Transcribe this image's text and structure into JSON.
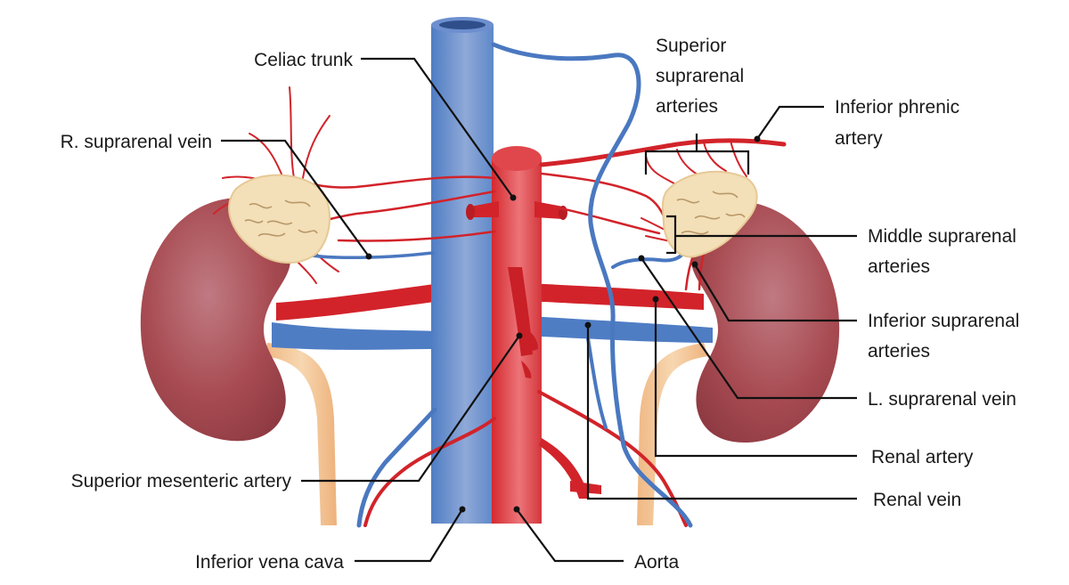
{
  "colors": {
    "artery": "#d2232a",
    "vein": "#4a78c0",
    "kidney": "#a84b52",
    "adrenal": "#f3dfb8",
    "ureter": "#f2c590"
  },
  "labels": {
    "celiac_trunk": "Celiac trunk",
    "r_suprarenal_vein": "R. suprarenal vein",
    "superior_suprarenal_1": "Superior",
    "superior_suprarenal_2": "suprarenal",
    "superior_suprarenal_3": "arteries",
    "inferior_phrenic_1": "Inferior phrenic",
    "inferior_phrenic_2": "artery",
    "middle_suprarenal_1": "Middle suprarenal",
    "middle_suprarenal_2": "arteries",
    "inferior_suprarenal_1": "Inferior suprarenal",
    "inferior_suprarenal_2": "arteries",
    "l_suprarenal_vein": "L. suprarenal vein",
    "renal_artery": "Renal artery",
    "renal_vein": "Renal vein",
    "superior_mesenteric_artery": "Superior mesenteric artery",
    "inferior_vena_cava": "Inferior vena cava",
    "aorta": "Aorta"
  }
}
